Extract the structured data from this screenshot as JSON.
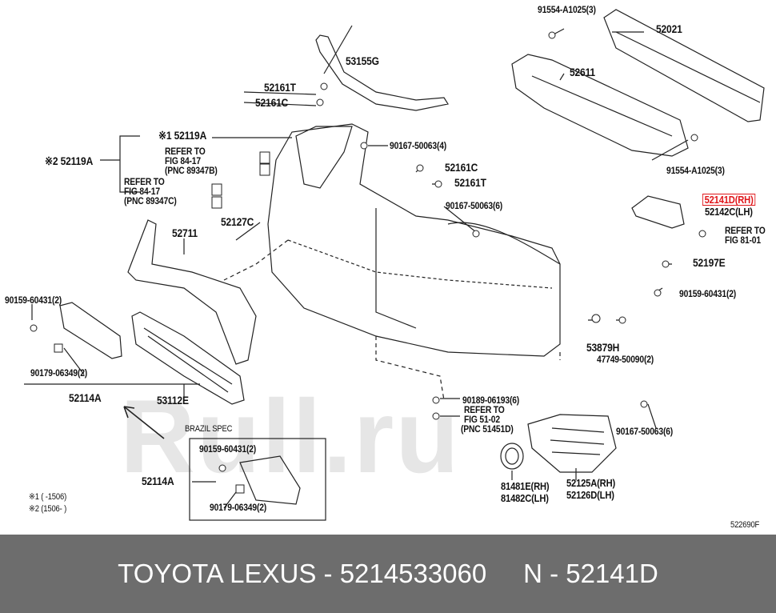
{
  "watermark": "Rull.ru",
  "diagram_code": "522690F",
  "footer": {
    "text": "TOYOTA LEXUS - 5214533060     N - 52141D"
  },
  "labels": {
    "p91554_top": "91554-A1025(3)",
    "p52021": "52021",
    "p53155G": "53155G",
    "p52611": "52611",
    "p52161T_a": "52161T",
    "p52161C_a": "52161C",
    "p52119A_1": "※1 52119A",
    "p90167_4": "90167-50063(4)",
    "refer1_a": "REFER TO",
    "refer1_b": "FIG 84-17",
    "refer1_c": "(PNC 89347B)",
    "p52119A_2": "※2 52119A",
    "p52161C_b": "52161C",
    "p91554_bot": "91554-A1025(3)",
    "refer2_a": "REFER TO",
    "refer2_b": "FIG 84-17",
    "refer2_c": "(PNC 89347C)",
    "p52161T_b": "52161T",
    "p52141D": "52141D(RH)",
    "p52142C": "52142C(LH)",
    "p90167_6a": "90167-50063(6)",
    "p52127C": "52127C",
    "refer3_a": "REFER TO",
    "refer3_b": "FIG 81-01",
    "p52711": "52711",
    "p52197E": "52197E",
    "p90159_2a": "90159-60431(2)",
    "p90159_2b": "90159-60431(2)",
    "p53879H": "53879H",
    "p47749": "47749-50090(2)",
    "p90179_2a": "90179-06349(2)",
    "p52114A_a": "52114A",
    "p53112E": "53112E",
    "p90189": "90189-06193(6)",
    "refer4_a": "REFER TO",
    "refer4_b": "FIG 51-02",
    "refer4_c": "(PNC 51451D)",
    "brazil": "BRAZIL SPEC",
    "p90159_2c": "90159-60431(2)",
    "p90167_6b": "90167-50063(6)",
    "p52114A_b": "52114A",
    "p81481E": "81481E(RH)",
    "p81482C": "81482C(LH)",
    "p52125A": "52125A(RH)",
    "p52126D": "52126D(LH)",
    "p90179_2b": "90179-06349(2)",
    "note1": "※1 (    -1506)",
    "note2": "※2 (1506-    )"
  },
  "colors": {
    "highlight": "#e0161a",
    "footer_bg": "#6d6d6d",
    "line": "#222222"
  }
}
